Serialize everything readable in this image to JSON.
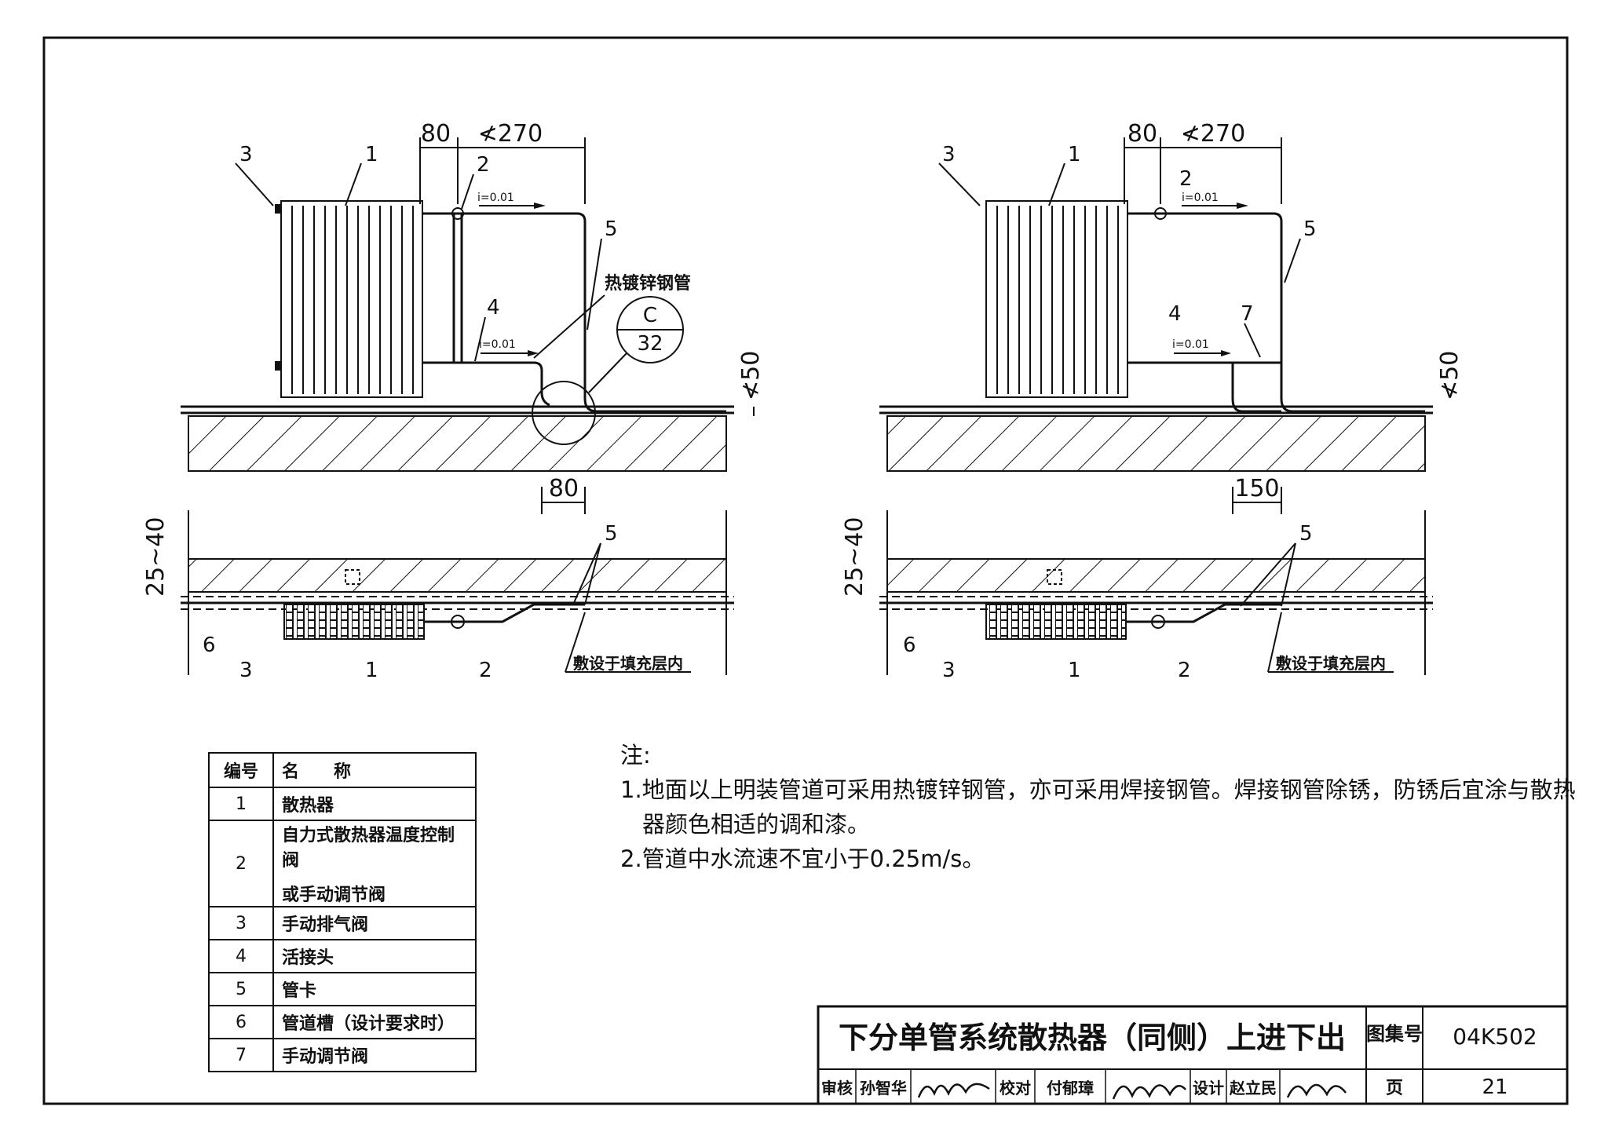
{
  "left_view": {
    "dims": {
      "d80": "80",
      "d270": "≮270",
      "d50": "≮50",
      "d80_bottom": "80",
      "d25_40": "25~40"
    },
    "labels": {
      "n1": "1",
      "n2": "2",
      "n3": "3",
      "n4": "4",
      "n5": "5",
      "n6": "6",
      "n1b": "1",
      "n2b": "2",
      "n3b": "3",
      "n5b": "5"
    },
    "slope_top": "i=0.01",
    "slope_mid": "i=0.01",
    "pipe_label": "热镀锌钢管",
    "detail_top": "C",
    "detail_bottom": "32",
    "fill_note": "敷设于填充层内"
  },
  "right_view": {
    "dims": {
      "d80": "80",
      "d270": "≮270",
      "d50": "≮50",
      "d150": "150",
      "d25_40": "25~40"
    },
    "labels": {
      "n1": "1",
      "n2": "2",
      "n3": "3",
      "n4": "4",
      "n5": "5",
      "n7": "7",
      "n6": "6",
      "n1b": "1",
      "n2b": "2",
      "n3b": "3",
      "n5b": "5"
    },
    "slope_top": "i=0.01",
    "slope_mid": "i=0.01",
    "fill_note": "敷设于填充层内"
  },
  "legend": {
    "header_no": "编号",
    "header_name": "名　　称",
    "rows": [
      {
        "no": "1",
        "name": "散热器"
      },
      {
        "no": "2",
        "name": "自力式散热器温度控制阀",
        "name2": "或手动调节阀"
      },
      {
        "no": "3",
        "name": "手动排气阀"
      },
      {
        "no": "4",
        "name": "活接头"
      },
      {
        "no": "5",
        "name": "管卡"
      },
      {
        "no": "6",
        "name": "管道槽（设计要求时）"
      },
      {
        "no": "7",
        "name": "手动调节阀"
      }
    ]
  },
  "notes": {
    "title": "注:",
    "line1": "1.地面以上明装管道可采用热镀锌钢管，亦可采用焊接钢管。焊接钢管除锈，防锈后宜涂与散热",
    "line1b": "器颜色相适的调和漆。",
    "line2": "2.管道中水流速不宜小于0.25m/s。"
  },
  "title_block": {
    "title": "下分单管系统散热器（同侧）上进下出",
    "atlas_label": "图集号",
    "atlas_no": "04K502",
    "review_label": "审核",
    "review_name": "孙智华",
    "check_label": "校对",
    "check_name": "付郁璋",
    "design_label": "设计",
    "design_name": "赵立民",
    "page_label": "页",
    "page_no": "21"
  }
}
